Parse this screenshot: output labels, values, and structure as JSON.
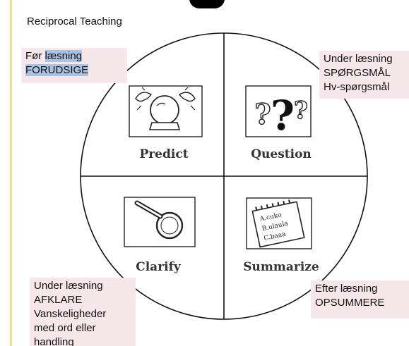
{
  "title": "Reciprocal Teaching",
  "notes": {
    "top_left": {
      "prefix": "Før ",
      "highlight_1": "læsning",
      "line2": "FORUDSIGE"
    },
    "top_right": [
      "Under læsning",
      "SPØRGSMÅL",
      "Hv-spørgsmål"
    ],
    "bottom_left": [
      "Under læsning",
      "AFKLARE",
      "Vanskeligheder",
      "med ord eller",
      "handling"
    ],
    "bottom_right": [
      "Efter læsning",
      "OPSUMMERE"
    ]
  },
  "quadrants": {
    "predict": "Predict",
    "question": "Question",
    "clarify": "Clarify",
    "summarize": "Summarize"
  },
  "notepad_text": [
    "A.cuko",
    "B.ulaula",
    "C.baaa"
  ],
  "colors": {
    "note_bg": "#f6e7ea",
    "highlight": "#aac3e3",
    "left_rule": "#e9e28c"
  }
}
